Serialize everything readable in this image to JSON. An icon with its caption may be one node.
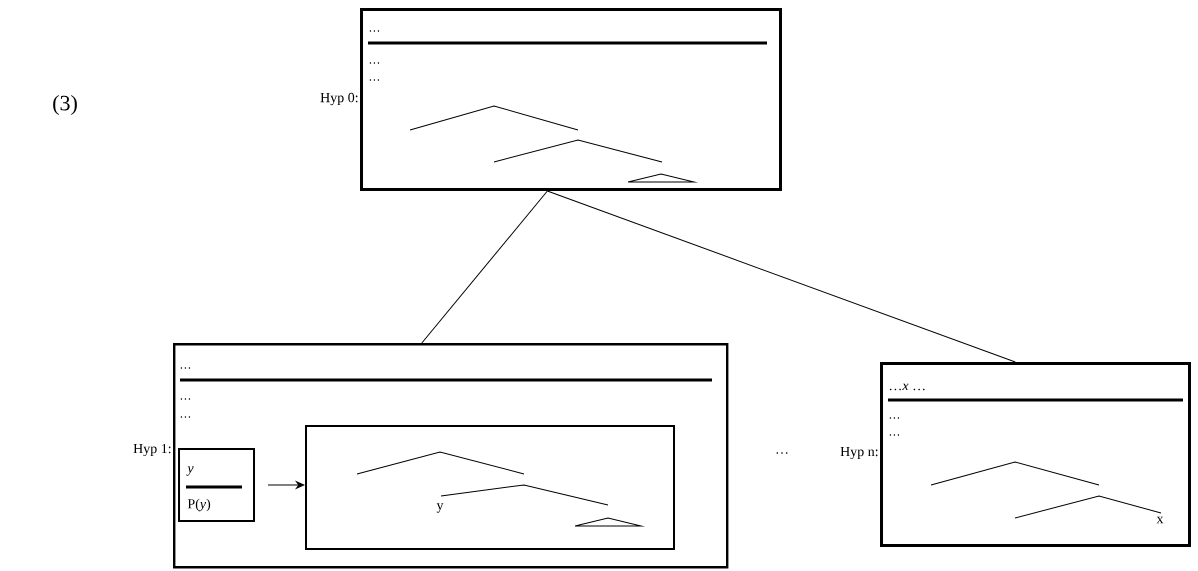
{
  "diagram": {
    "nodes": [
      {
        "text": [
          "…",
          "…",
          "…"
        ],
        "beside": [
          "Hyp 0:"
        ]
      },
      {
        "text": [
          "…",
          "…",
          "…"
        ],
        "beside": [
          "Hyp 1:"
        ]
      },
      {
        "text": [
          "y",
          "P(*y*)"
        ],
        "in": 1
      },
      {
        "text": [
          "y"
        ],
        "in": 1
      },
      {
        "text": [
          "…*x* …",
          "…",
          "…",
          "x"
        ],
        "beside": [
          "Hyp n:"
        ]
      }
    ],
    "edges": [
      {
        "from": 0,
        "to": 1,
        "arrow": "none"
      },
      {
        "from": 0,
        "to": 4,
        "arrow": "none"
      },
      {
        "from": 2,
        "to": 3,
        "arrow": "to"
      }
    ],
    "labels": [
      "(3)",
      "…"
    ]
  }
}
